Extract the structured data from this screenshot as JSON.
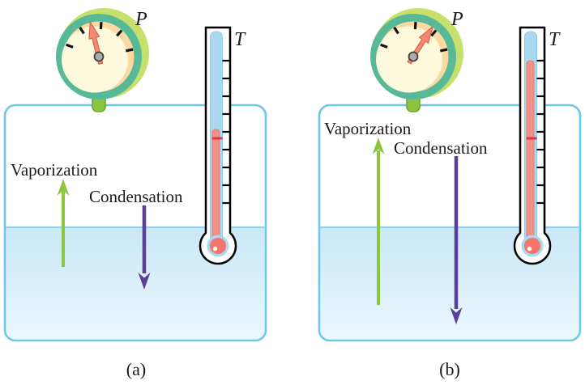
{
  "figure": {
    "description": "Two sealed vessels of liquid with pressure gauge and thermometer showing vaporization/condensation equilibrium at low and high temperature",
    "panels": [
      {
        "caption": "(a)",
        "gauge_label": "P",
        "thermometer_label": "T",
        "vaporization_label": "Vaporization",
        "condensation_label": "Condensation",
        "gauge_needle_angle_deg": -14,
        "thermometer_column_level": "low",
        "arrow_length": "short"
      },
      {
        "caption": "(b)",
        "gauge_label": "P",
        "thermometer_label": "T",
        "vaporization_label": "Vaporization",
        "condensation_label": "Condensation",
        "gauge_needle_angle_deg": 33,
        "thermometer_column_level": "high",
        "arrow_length": "long"
      }
    ],
    "colors": {
      "vaporization_arrow": "#8cc63e",
      "condensation_arrow": "#5b3e97",
      "container_border": "#6cc7ed",
      "liquid_top": "#cae8f7",
      "liquid_bottom": "#eaf7fd",
      "liquid_surface_line": "#8ad2f0",
      "gauge_ring": "#57b998",
      "gauge_highlight": "#c7e06c",
      "gauge_face": "#fdf9dc",
      "gauge_crescent": "#fbd9a1",
      "gauge_needle": "#f28a72",
      "gauge_stem": "#8bc53f",
      "thermometer_tube": "#a9d9f0",
      "thermometer_column": "#f0908a",
      "thermometer_bulb": "#f2766c",
      "thermometer_mark": "#e73149"
    }
  }
}
